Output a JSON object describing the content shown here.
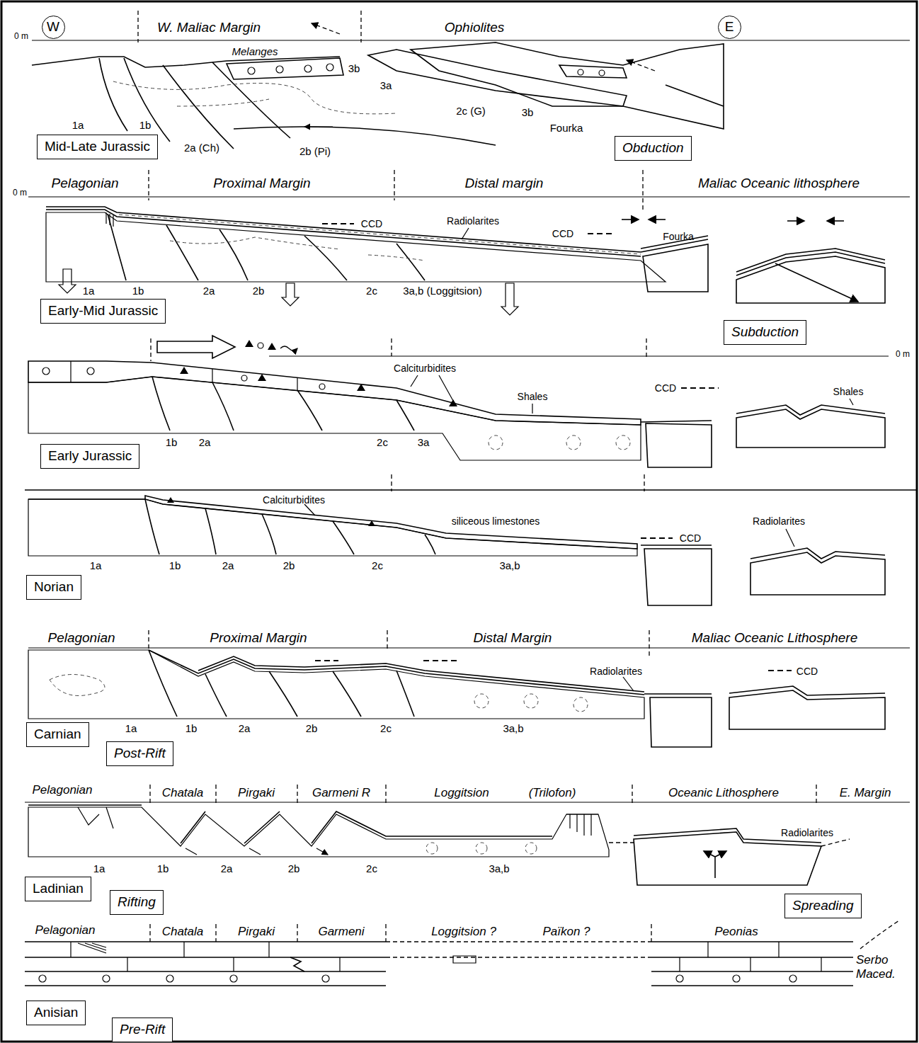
{
  "diagram": {
    "nodes": [
      {
        "text": [
          "W"
        ]
      },
      {
        "text": [
          "E"
        ]
      },
      {
        "text": [
          "Mid-Late Jurassic"
        ]
      },
      {
        "text": [
          "Obduction"
        ]
      },
      {
        "text": [
          "Early-Mid Jurassic"
        ]
      },
      {
        "text": [
          "Subduction"
        ]
      },
      {
        "text": [
          "Early Jurassic"
        ]
      },
      {
        "text": [
          "Norian"
        ]
      },
      {
        "text": [
          "Carnian"
        ]
      },
      {
        "text": [
          "Post-Rift"
        ]
      },
      {
        "text": [
          "Ladinian"
        ]
      },
      {
        "text": [
          "Rifting"
        ]
      },
      {
        "text": [
          "Spreading"
        ]
      },
      {
        "text": [
          "Anisian"
        ]
      },
      {
        "text": [
          "Pre-Rift"
        ]
      }
    ],
    "labels": [
      "W. Maliac Margin",
      "Ophiolites",
      "0 m",
      "Melanges",
      "3b",
      "3a",
      "3b",
      "2c (G)",
      "Fourka",
      "1a",
      "1b",
      "2a (Ch)",
      "2b (Pi)",
      "Pelagonian",
      "Proximal Margin",
      "Distal margin",
      "Maliac Oceanic lithosphere",
      "0 m",
      "CCD",
      "Radiolarites",
      "CCD",
      "Fourka",
      "1a",
      "1b",
      "2a",
      "2b",
      "2c",
      "3a,b (Loggitsion)",
      "0 m",
      "Calciturbidites",
      "Shales",
      "CCD",
      "Shales",
      "1b",
      "2a",
      "2c",
      "3a",
      "Calciturbidites",
      "siliceous limestones",
      "CCD",
      "Radiolarites",
      "1a",
      "1b",
      "2a",
      "2b",
      "2c",
      "3a,b",
      "Pelagonian",
      "Proximal Margin",
      "Distal Margin",
      "Maliac Oceanic Lithosphere",
      "Radiolarites",
      "CCD",
      "1a",
      "1b",
      "2a",
      "2b",
      "2c",
      "3a,b",
      "Pelagonian",
      "Chatala",
      "Pirgaki",
      "Garmeni R",
      "Loggitsion",
      "(Trilofon)",
      "Oceanic Lithosphere",
      "E. Margin",
      "Radiolarites",
      "1a",
      "1b",
      "2a",
      "2b",
      "2c",
      "3a,b",
      "Pelagonian",
      "Chatala",
      "Pirgaki",
      "Garmeni",
      "Loggitsion ?",
      "Païkon ?",
      "Peonias",
      "Serbo Maced."
    ]
  }
}
